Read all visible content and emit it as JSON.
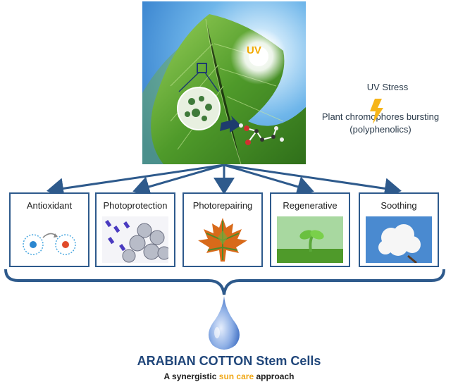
{
  "hero": {
    "uv_label": "UV"
  },
  "side": {
    "stress_label": "UV  Stress",
    "chromophores_line1": "Plant chromophores bursting",
    "chromophores_line2": "(polyphenolics)"
  },
  "benefits": [
    {
      "label": "Antioxidant"
    },
    {
      "label": "Photoprotection"
    },
    {
      "label": "Photorepairing"
    },
    {
      "label": "Regenerative"
    },
    {
      "label": "Soothing"
    }
  ],
  "footer": {
    "title_main": "ARABIAN COTTON",
    "title_rest": " Stem Cells",
    "subtitle_pre": "A synergistic ",
    "subtitle_highlight": "sun care",
    "subtitle_post": " approach"
  },
  "colors": {
    "connector": "#2e5a8c",
    "title": "#20467a",
    "highlight": "#f0a818",
    "uv_text": "#f2a900"
  }
}
